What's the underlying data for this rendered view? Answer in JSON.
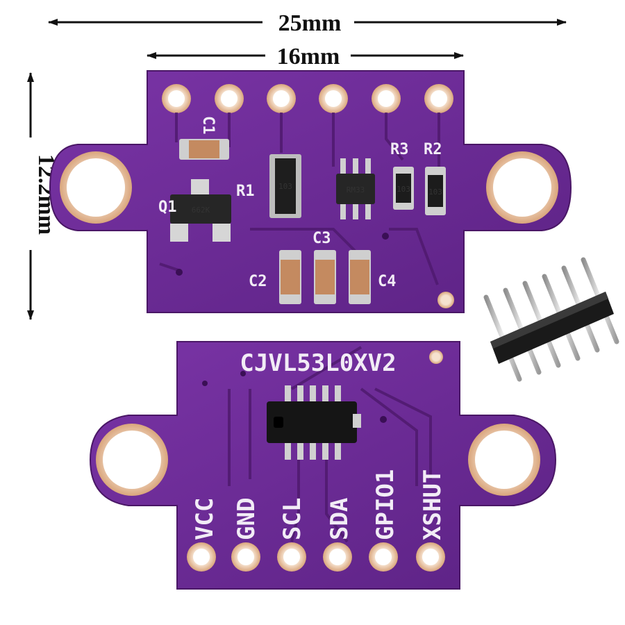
{
  "dimensions": {
    "width_outer": "25mm",
    "width_inner": "16mm",
    "height": "12.2mm"
  },
  "front_board": {
    "labels": {
      "c1": "C1",
      "q1": "Q1",
      "r1": "R1",
      "r2": "R2",
      "r3": "R3",
      "c2": "C2",
      "c3": "C3",
      "c4": "C4"
    },
    "markings": {
      "resistor_array": "103",
      "regulator": "RM33",
      "transistor": "662K",
      "r2_value": "103",
      "r3_value": "103"
    }
  },
  "back_board": {
    "title": "CJVL53L0XV2",
    "pins": [
      "VCC",
      "GND",
      "SCL",
      "SDA",
      "GPIO1",
      "XSHUT"
    ]
  },
  "colors": {
    "pcb": "#6a2a92",
    "pcb_dark": "#4f1a6e",
    "copper": "#e8c09a",
    "header_plastic": "#1a1a1a",
    "header_pin": "#c9c9c9"
  }
}
